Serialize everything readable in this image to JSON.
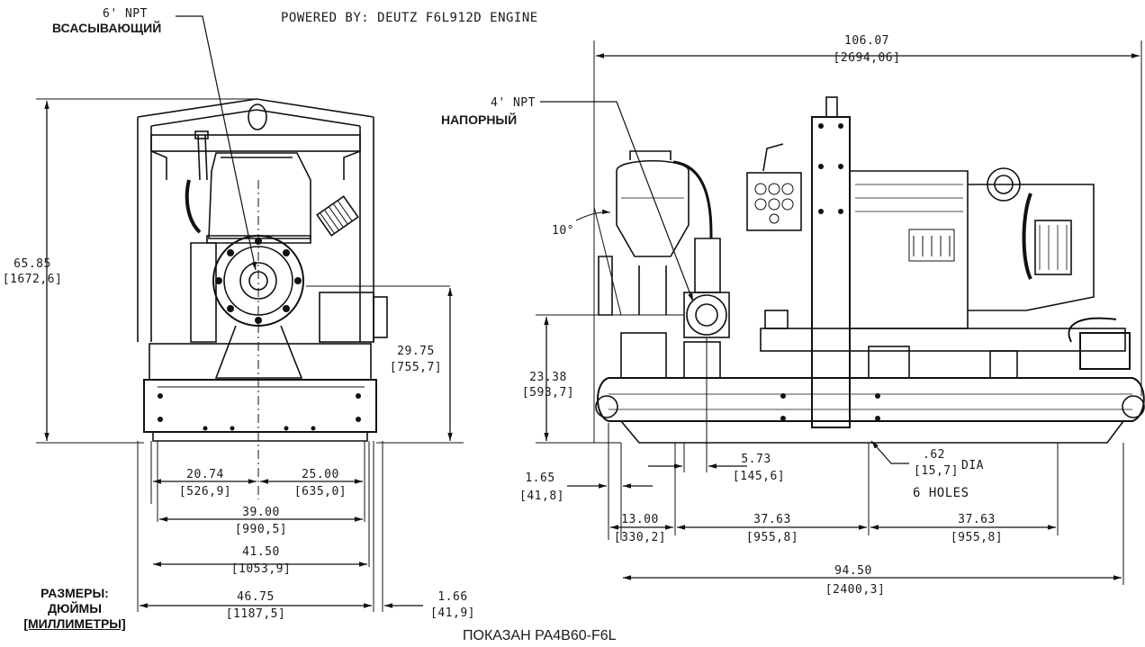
{
  "header": {
    "powered_by": "POWERED BY: DEUTZ F6L912D ENGINE"
  },
  "callouts": {
    "suction_size": "6' NPT",
    "suction_label": "ВСАСЫВАЮЩИЙ",
    "discharge_size": "4' NPT",
    "discharge_label": "НАПОРНЫЙ",
    "angle": "10°",
    "hole_dia": ".62",
    "hole_dia_mm": "[15,7]",
    "hole_dia_suffix": "DIA",
    "hole_count": "6 HOLES"
  },
  "front_view": {
    "overall_height": "65.85",
    "overall_height_mm": "[1672,6]",
    "suction_height": "29.75",
    "suction_height_mm": "[755,7]",
    "left_offset": "20.74",
    "left_offset_mm": "[526,9]",
    "right_offset": "25.00",
    "right_offset_mm": "[635,0]",
    "width_inner": "39.00",
    "width_inner_mm": "[990,5]",
    "width_mid": "41.50",
    "width_mid_mm": "[1053,9]",
    "width_overall": "46.75",
    "width_overall_mm": "[1187,5]",
    "side_offset": "1.66",
    "side_offset_mm": "[41,9]"
  },
  "side_view": {
    "overall_length": "106.07",
    "overall_length_mm": "[2694,06]",
    "discharge_height": "23.38",
    "discharge_height_mm": "[593,7]",
    "discharge_offset": "5.73",
    "discharge_offset_mm": "[145,6]",
    "end_offset": "1.65",
    "end_offset_mm": "[41,8]",
    "hole_start": "13.00",
    "hole_start_mm": "[330,2]",
    "hole_spacing_1": "37.63",
    "hole_spacing_1_mm": "[955,8]",
    "hole_spacing_2": "37.63",
    "hole_spacing_2_mm": "[955,8]",
    "skid_length": "94.50",
    "skid_length_mm": "[2400,3]"
  },
  "legend": {
    "line1": "РАЗМЕРЫ:",
    "line2": "ДЮЙМЫ",
    "line3": "[МИЛЛИМЕТРЫ]"
  },
  "footer": {
    "model": "ПОКАЗАН PA4B60-F6L"
  }
}
